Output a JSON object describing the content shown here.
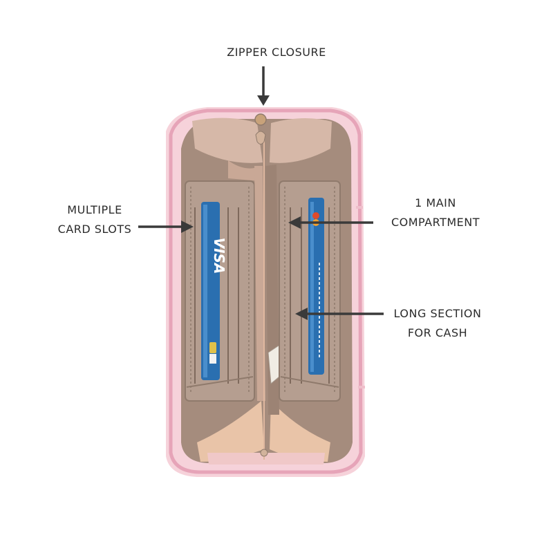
{
  "callouts": {
    "zipper": [
      "ZIPPER CLOSURE"
    ],
    "cards": [
      "MULTIPLE",
      "CARD SLOTS"
    ],
    "main": [
      "1 MAIN",
      "COMPARTMENT"
    ],
    "cash": [
      "LONG SECTION",
      "FOR CASH"
    ]
  },
  "card_brand": "VISA",
  "colors": {
    "wallet_pink": "#f3c9d3",
    "zipper_pink": "#e9a8bb",
    "lining": "#b39c8d",
    "lining_dark": "#8f7a6c",
    "arrow": "#3a3a3a",
    "card_blue": "#2a6fb0"
  }
}
